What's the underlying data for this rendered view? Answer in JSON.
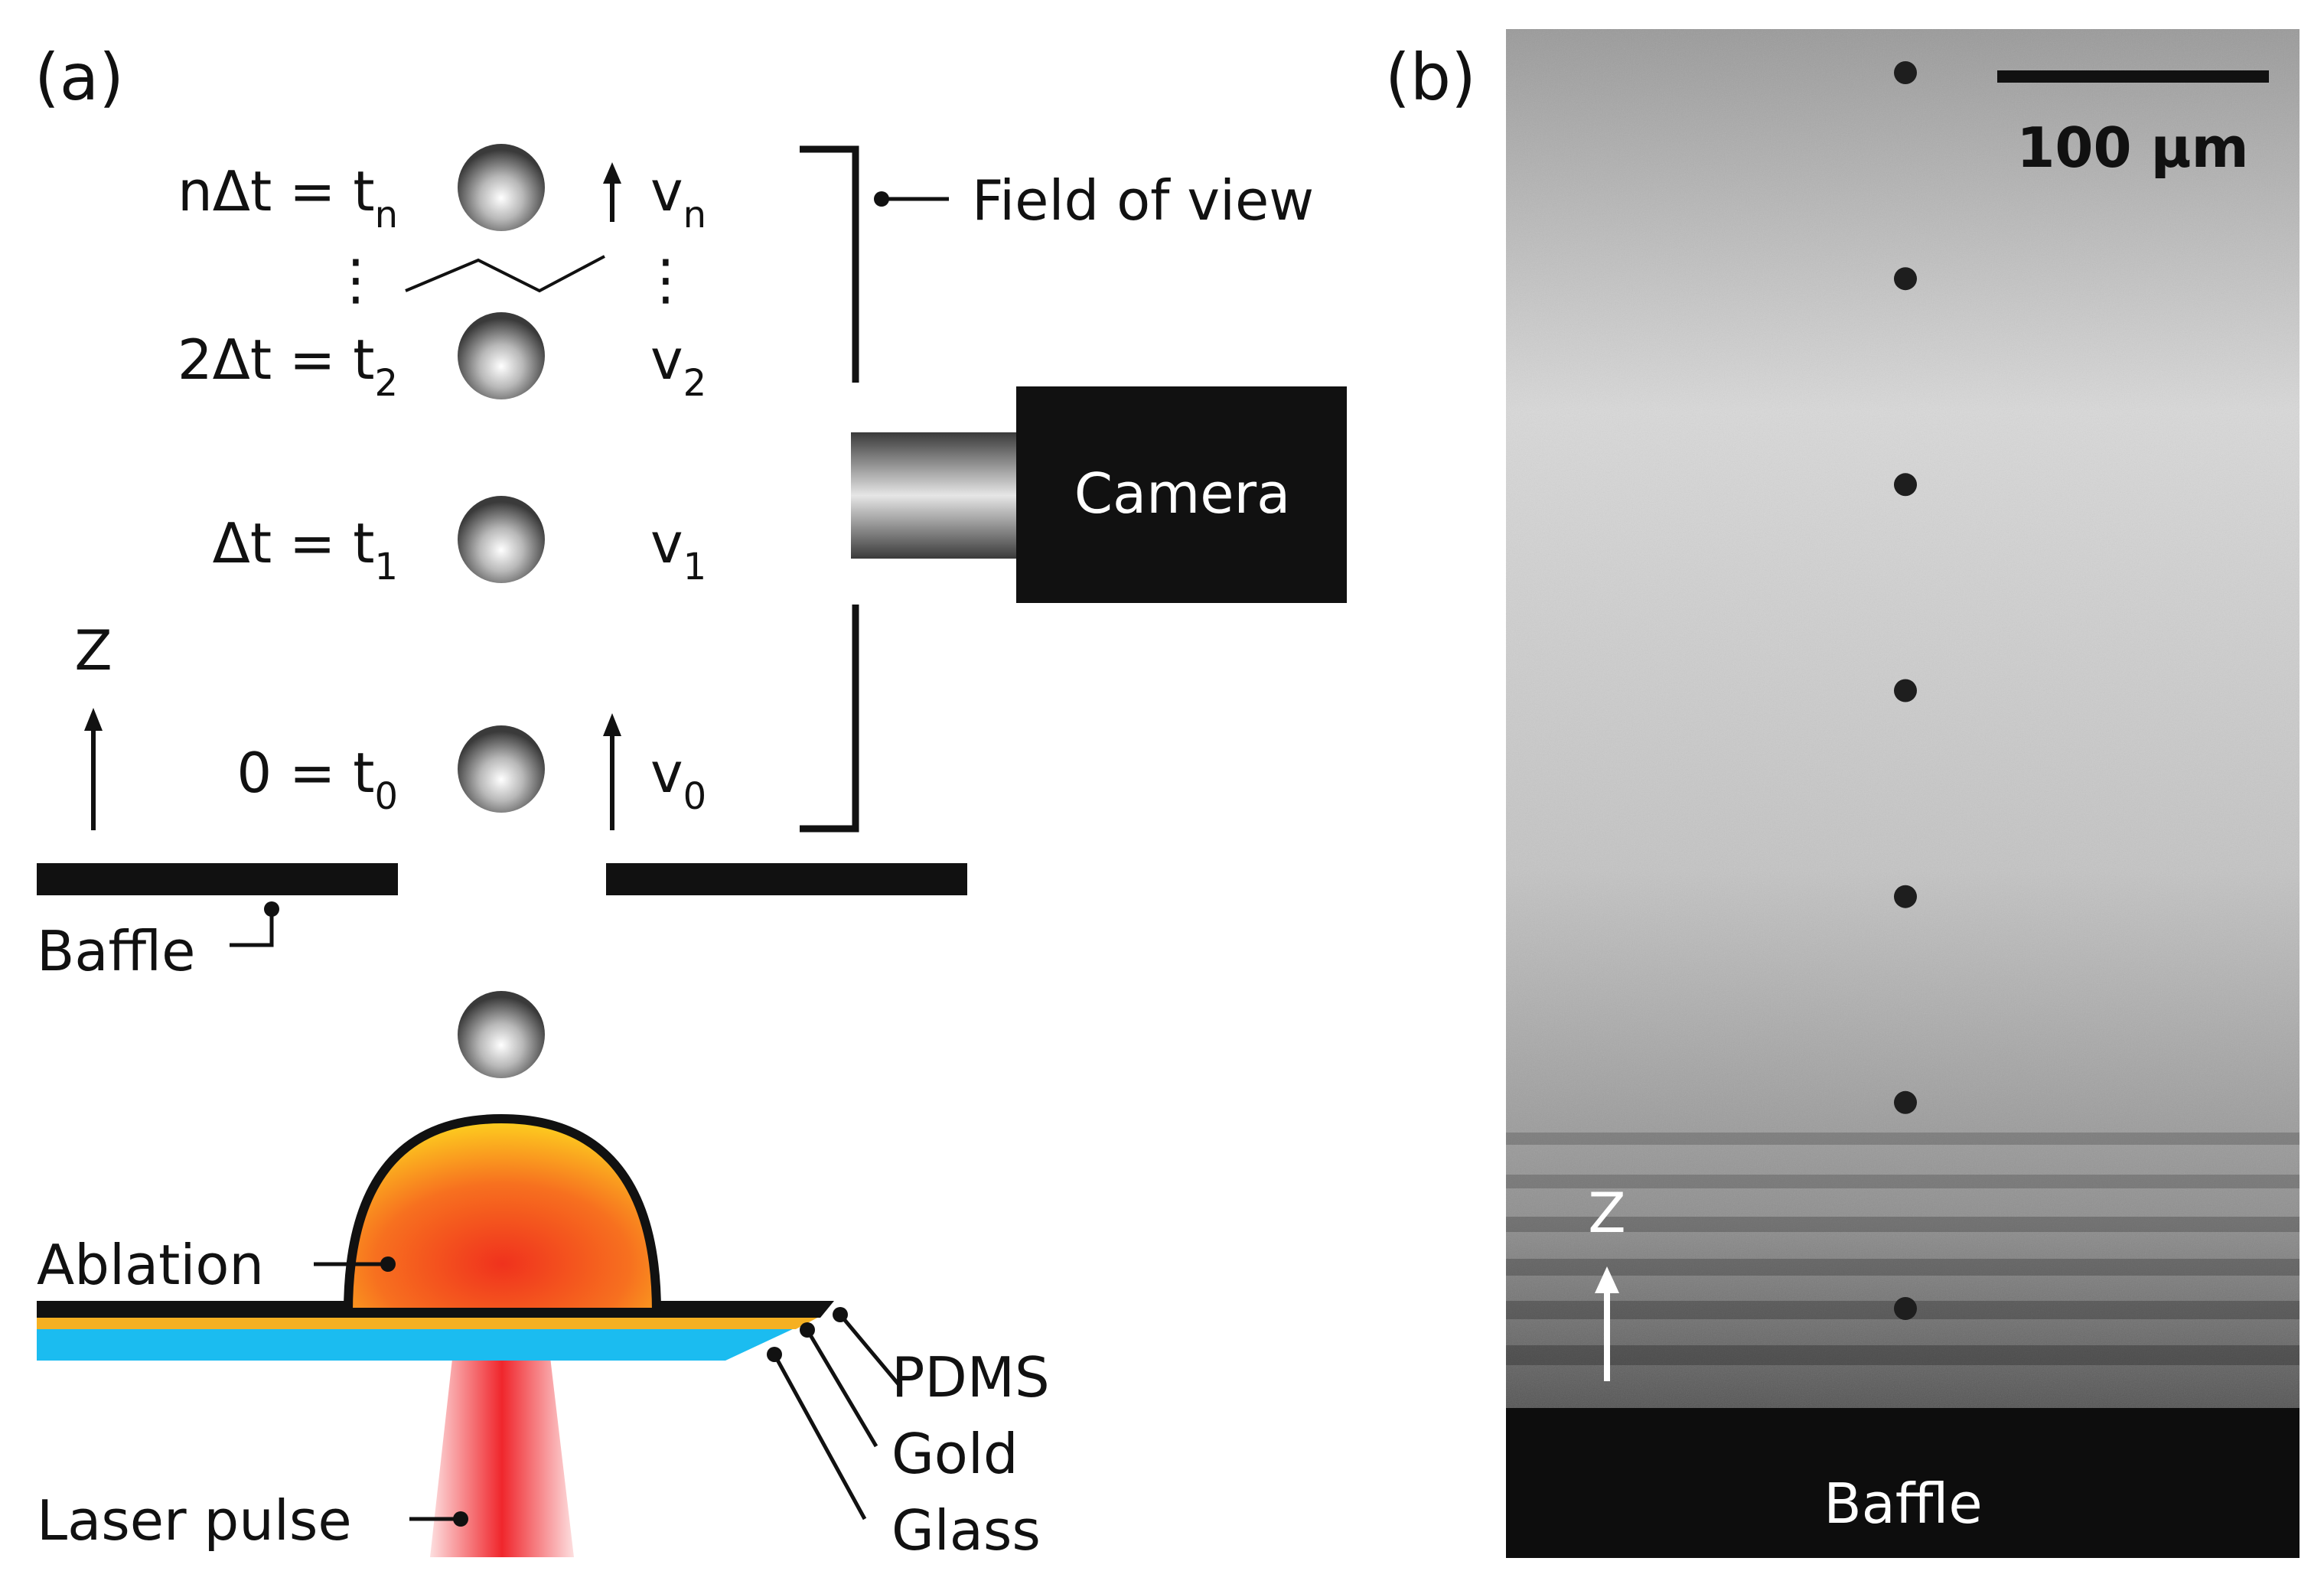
{
  "panel_a": {
    "label": "(a)",
    "frames": [
      {
        "lhs": "nΔt = t",
        "sub": "n",
        "vel": "v",
        "vsub": "n"
      },
      {
        "lhs": "2Δt = t",
        "sub": "2",
        "vel": "v",
        "vsub": "2"
      },
      {
        "lhs": "Δt = t",
        "sub": "1",
        "vel": "v",
        "vsub": "1"
      },
      {
        "lhs": "0 = t",
        "sub": "0",
        "vel": "v",
        "vsub": "0"
      }
    ],
    "ellipsis": "⋮",
    "field_of_view": "Field of view",
    "camera": "Camera",
    "axis_label": "Z",
    "baffle": "Baffle",
    "ablation": "Ablation",
    "laser_pulse": "Laser pulse",
    "layers": [
      "PDMS",
      "Gold",
      "Glass"
    ],
    "colors": {
      "glass": "#1bbcf0",
      "gold": "#f5b021",
      "pdms": "#111111",
      "ablation_outer": "#fdd21f",
      "ablation_inner": "#f0321d",
      "laser": "#f0262c",
      "camera_body": "#111111"
    }
  },
  "panel_b": {
    "label": "(b)",
    "scale_bar_label": "100 µm",
    "axis_label": "Z",
    "baffle": "Baffle",
    "droplet_count": 7
  }
}
